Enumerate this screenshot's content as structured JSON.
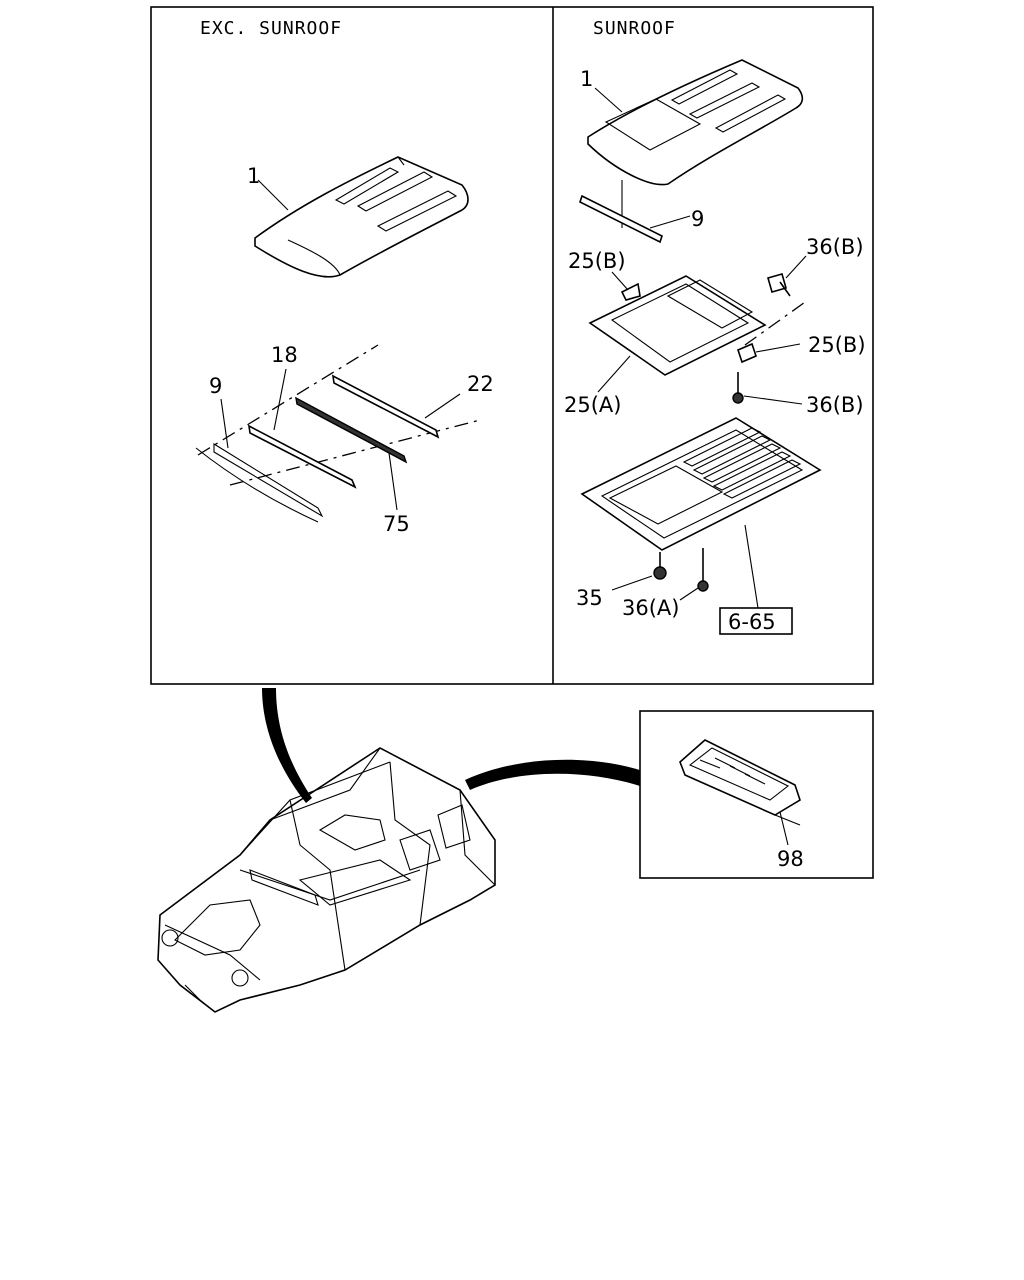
{
  "panels": {
    "left_title": "EXC.  SUNROOF",
    "right_title": "SUNROOF"
  },
  "labels": {
    "l_1": "1",
    "l_18": "18",
    "l_9": "9",
    "l_22": "22",
    "l_75": "75",
    "r_1": "1",
    "r_9": "9",
    "r_25b_top": "25(B)",
    "r_36b_top": "36(B)",
    "r_25b_mid": "25(B)",
    "r_25a": "25(A)",
    "r_36b_mid": "36(B)",
    "r_35": "35",
    "r_36a": "36(A)",
    "r_ref": "6-65",
    "detail_98": "98"
  }
}
